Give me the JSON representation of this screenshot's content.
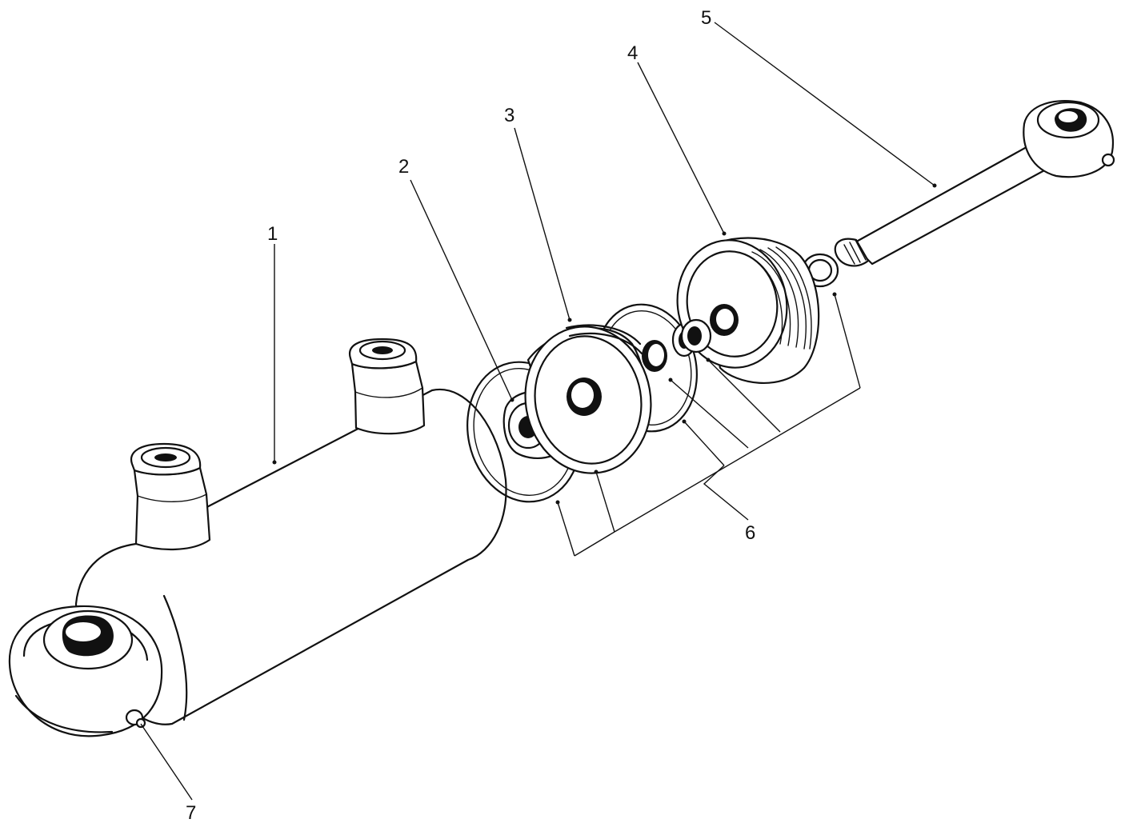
{
  "diagram": {
    "callouts": [
      {
        "id": "1",
        "label": "1"
      },
      {
        "id": "2",
        "label": "2"
      },
      {
        "id": "3",
        "label": "3"
      },
      {
        "id": "4",
        "label": "4"
      },
      {
        "id": "5",
        "label": "5"
      },
      {
        "id": "6",
        "label": "6"
      },
      {
        "id": "7",
        "label": "7"
      }
    ],
    "parts": [
      "cylinder-barrel",
      "piston-nut",
      "piston",
      "cylinder-head",
      "piston-rod",
      "seal-set",
      "grease-nipple"
    ]
  }
}
